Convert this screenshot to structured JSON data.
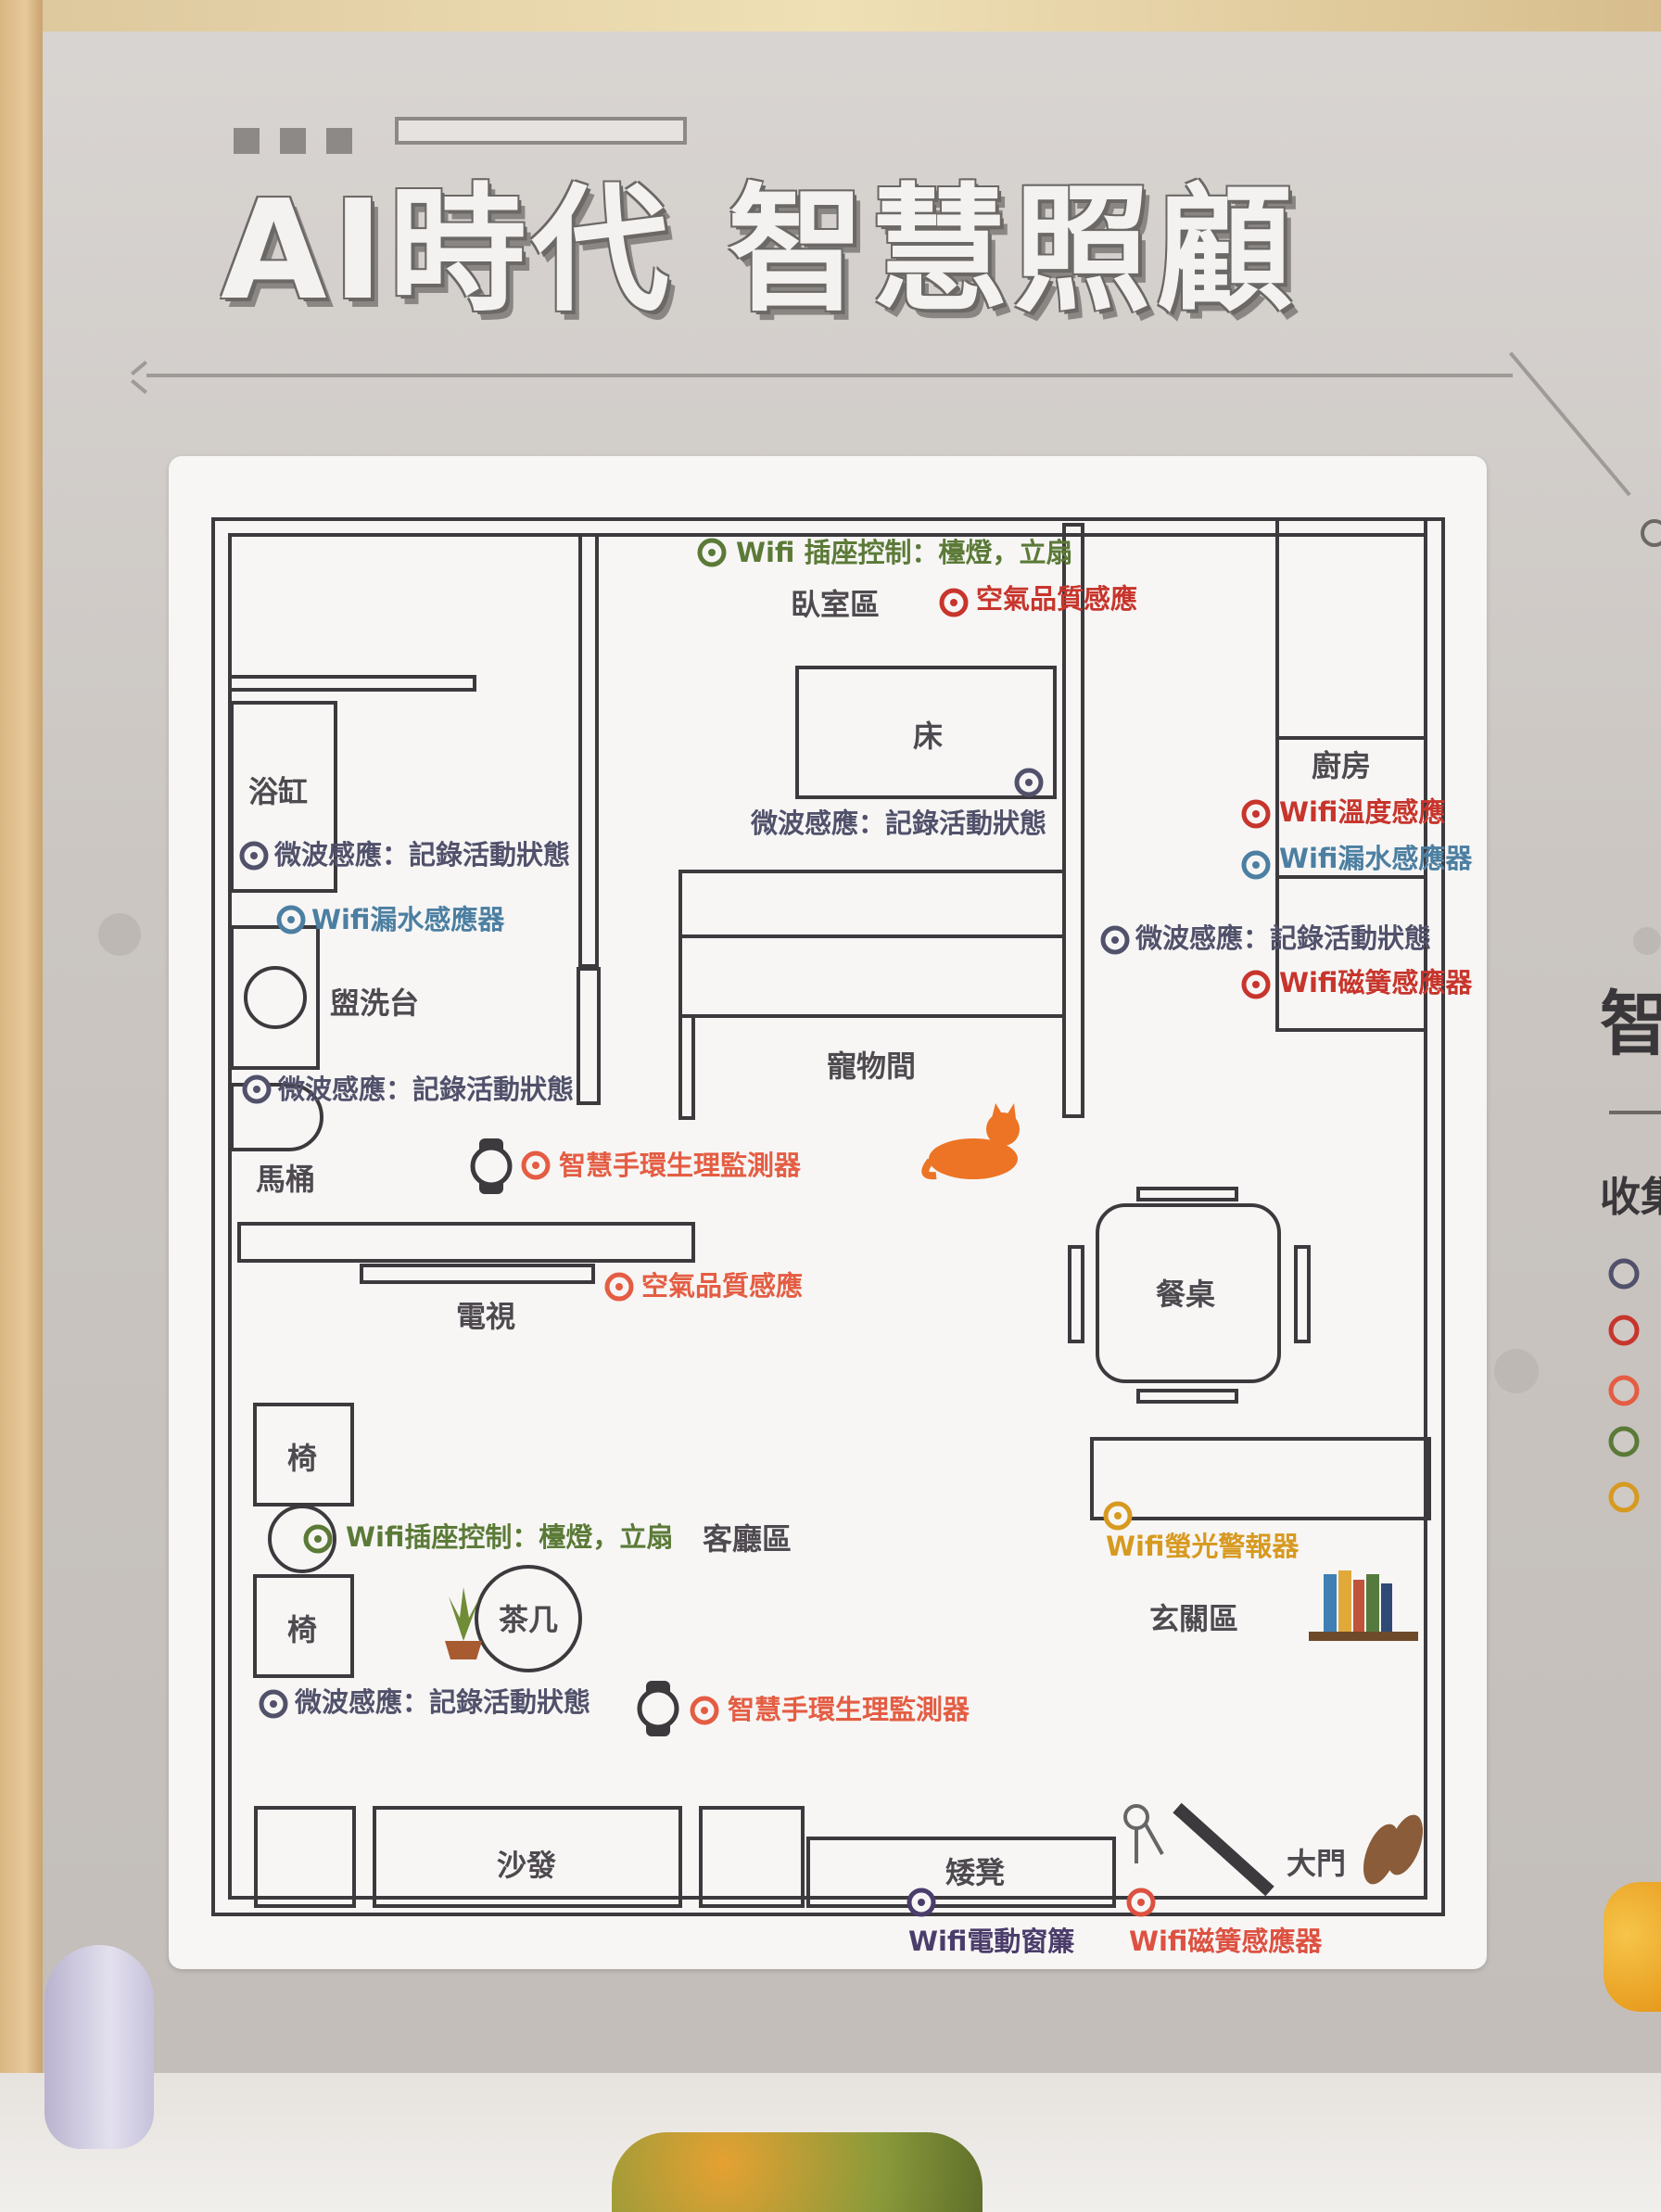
{
  "title": "AI時代 智慧照顧",
  "rooms": {
    "bedroom": "臥室區",
    "bed": "床",
    "bathtub": "浴缸",
    "washbasin": "盥洗台",
    "toilet": "馬桶",
    "kitchen": "廚房",
    "pet_room": "寵物間",
    "tv": "電視",
    "dining_table": "餐桌",
    "chair_1": "椅",
    "chair_2": "椅",
    "living_room": "客廳區",
    "coffee_table": "茶几",
    "entrance": "玄關區",
    "sofa": "沙發",
    "stool": "矮凳",
    "front_door": "大門"
  },
  "sensors": {
    "bedroom_plug": "Wifi 插座控制：檯燈，立扇",
    "bedroom_air": "空氣品質感應",
    "bed_microwave": "微波感應：記錄活動狀態",
    "bath_microwave": "微波感應：記錄活動狀態",
    "bath_leak": "Wifi漏水感應器",
    "toilet_microwave": "微波感應：記錄活動狀態",
    "kitchen_temp": "Wifi溫度感應",
    "kitchen_leak": "Wifi漏水感應器",
    "kitchen_microwave": "微波感應：記錄活動狀態",
    "kitchen_magnet": "Wifi磁簧感應器",
    "watch_1": "智慧手環生理監測器",
    "living_air": "空氣品質感應",
    "living_plug": "Wifi插座控制：檯燈，立扇",
    "entrance_light": "Wifi螢光警報器",
    "living_microwave": "微波感應：記錄活動狀態",
    "watch_2": "智慧手環生理監測器",
    "curtain": "Wifi電動窗簾",
    "door_magnet": "Wifi磁簧感應器"
  },
  "side_panel": {
    "heading": "智",
    "subheading": "收集"
  },
  "colors": {
    "green": "#5b7a37",
    "red": "#c7352c",
    "blue": "#4c7fa1",
    "navy": "#51516b",
    "orange": "#e45d43",
    "yellow": "#d79a20",
    "purple": "#4b3d6b"
  }
}
